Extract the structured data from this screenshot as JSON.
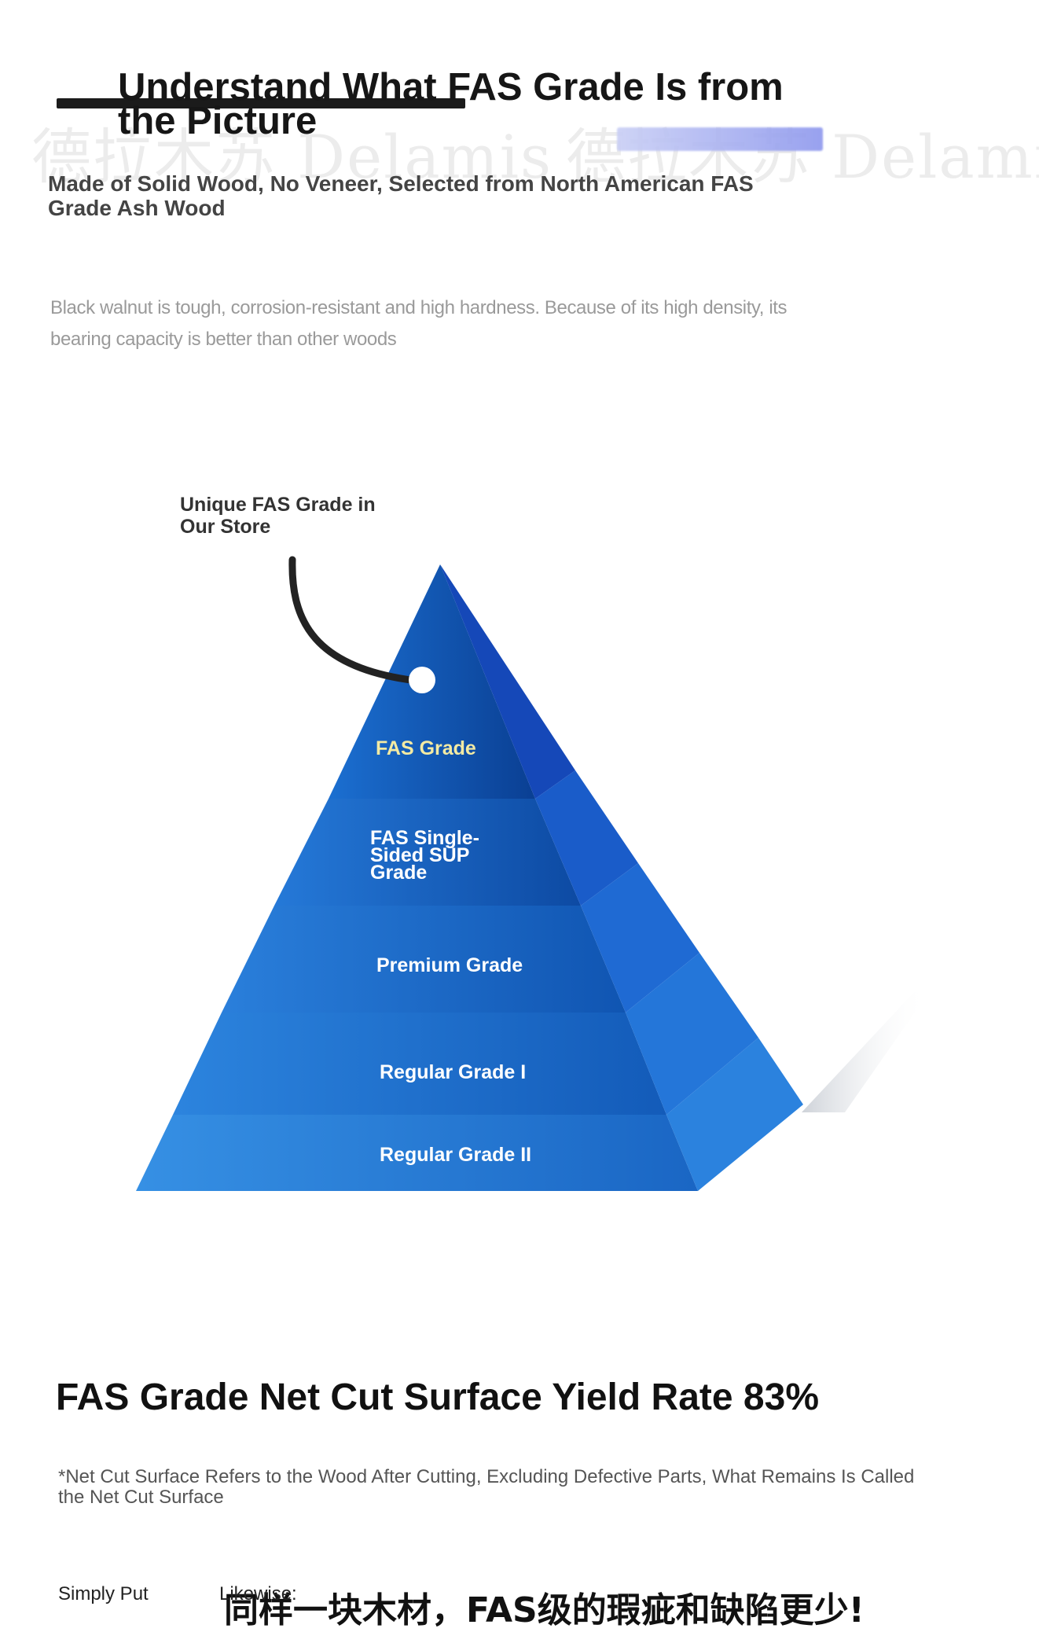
{
  "header": {
    "title": "Understand What FAS Grade Is from the Picture",
    "subtitle": "Made of Solid Wood, No Veneer, Selected from North American FAS Grade Ash Wood",
    "description": "Black walnut is tough, corrosion-resistant and high hardness. Because of its high density, its bearing capacity is better than other woods",
    "watermark_text": "德拉木苏 Delamis"
  },
  "pyramid": {
    "callout": "Unique FAS Grade in Our Store",
    "tiers": [
      {
        "label": "FAS Grade"
      },
      {
        "label": "FAS Single-Sided SUP Grade"
      },
      {
        "label": "Premium Grade"
      },
      {
        "label": "Regular Grade I"
      },
      {
        "label": "Regular Grade II"
      }
    ]
  },
  "yield": {
    "title": "FAS Grade Net Cut Surface Yield Rate 83%",
    "note": "*Net Cut Surface Refers to the Wood After Cutting, Excluding Defective Parts, What Remains Is Called the Net Cut Surface"
  },
  "comparison": {
    "simply_put": "Simply Put",
    "likewise": "Likewise:",
    "chinese_line": "同样一块木材，FAS级的瑕疵和缺陷更少!"
  },
  "colors": {
    "pyramid_dark": "#0d4fa8",
    "pyramid_mid": "#1664c7",
    "pyramid_light": "#2f86dd",
    "accent_yellow": "#f3eaa3"
  }
}
